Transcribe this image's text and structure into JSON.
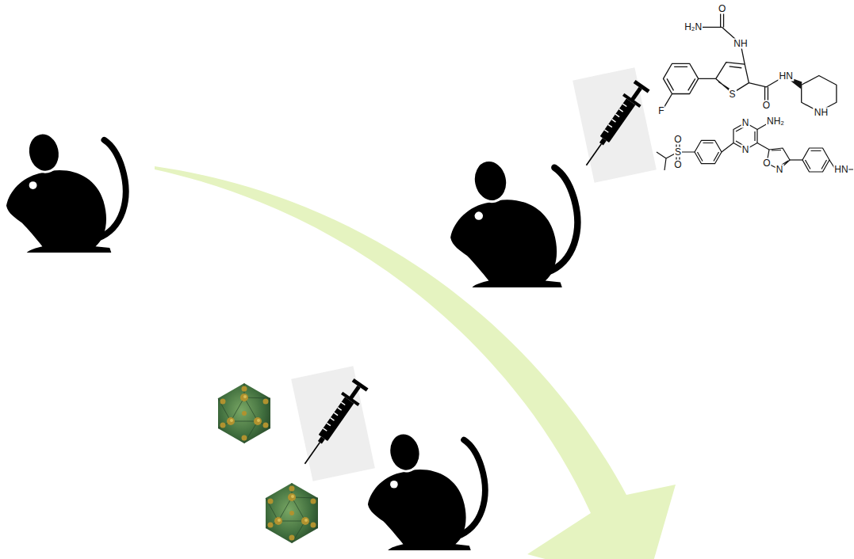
{
  "diagram": {
    "labels": [
      "O",
      "H₂N",
      "NH",
      "F",
      "S",
      "HN",
      "O",
      "NH",
      "N",
      "NH₂",
      "O",
      "S",
      "O",
      "N",
      "O",
      "N",
      "HN"
    ]
  }
}
